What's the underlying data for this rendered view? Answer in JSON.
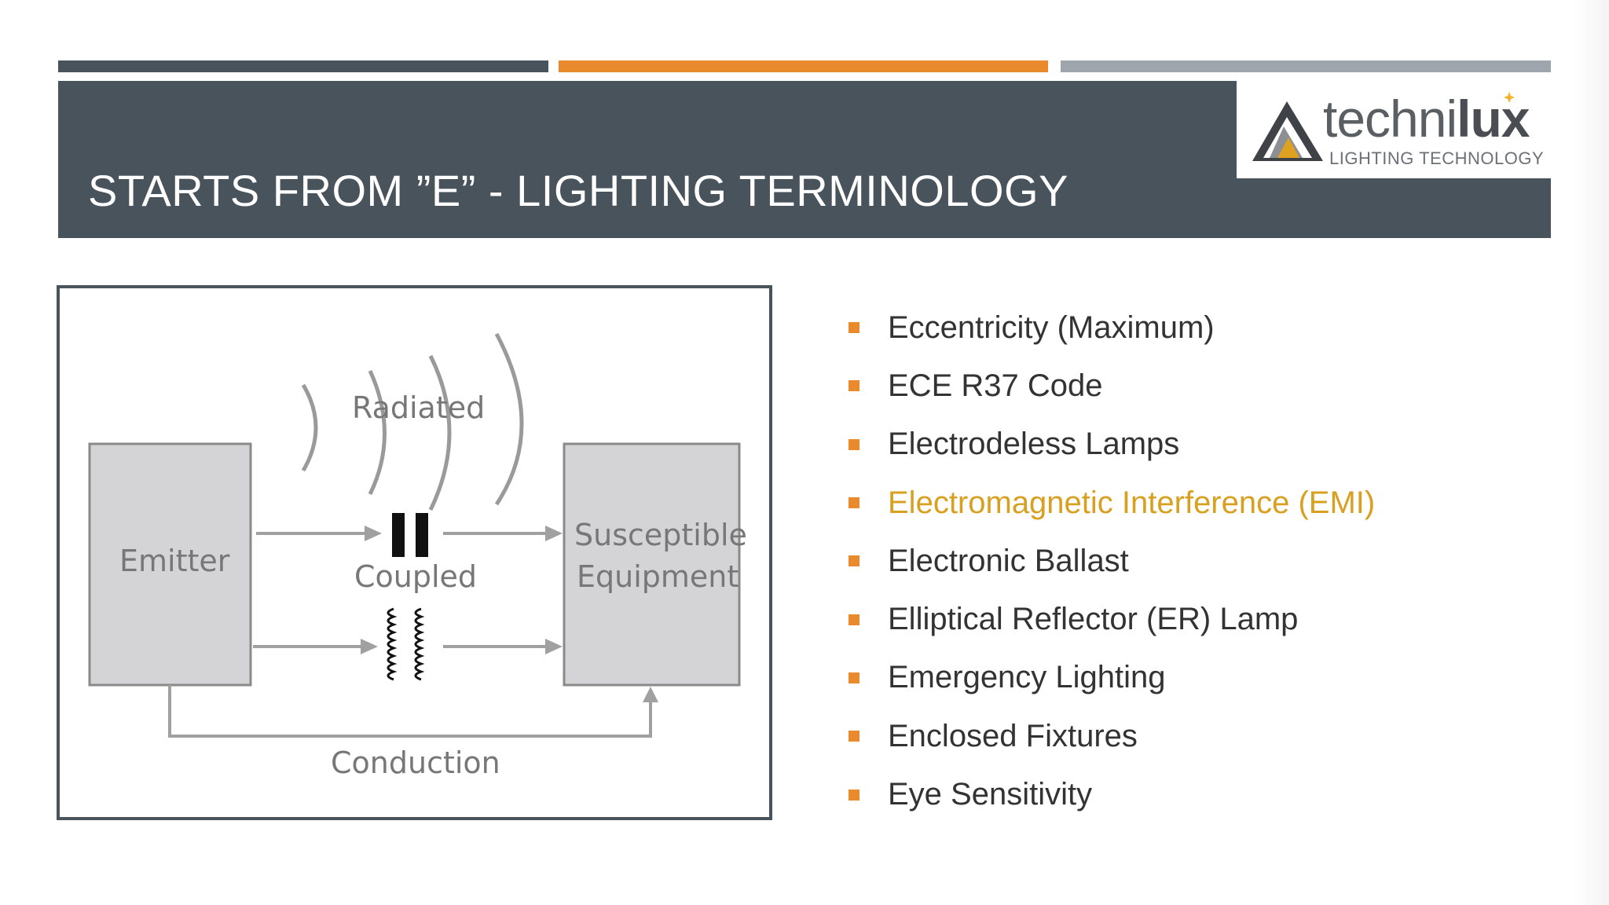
{
  "slide": {
    "title": "STARTS FROM ”E” - LIGHTING TERMINOLOGY"
  },
  "logo": {
    "name_main": "techni",
    "name_accent": "lux",
    "tagline": "LIGHTING TECHNOLOGY",
    "accent_star_color": "#f0b429"
  },
  "diagram": {
    "emitter": "Emitter",
    "radiated": "Radiated",
    "coupled": "Coupled",
    "susceptible_line1": "Susceptible",
    "susceptible_line2": "Equipment",
    "conduction": "Conduction"
  },
  "terms": [
    {
      "label": "Eccentricity (Maximum)"
    },
    {
      "label": "ECE R37 Code"
    },
    {
      "label": "Electrodeless Lamps"
    },
    {
      "label": "Electromagnetic Interference (EMI)",
      "highlighted": true
    },
    {
      "label": "Electronic Ballast"
    },
    {
      "label": "Elliptical Reflector (ER) Lamp"
    },
    {
      "label": "Emergency Lighting"
    },
    {
      "label": "Enclosed Fixtures"
    },
    {
      "label": "Eye Sensitivity"
    }
  ],
  "colors": {
    "dark_slate": "#48535b",
    "accent_orange": "#e88a2d",
    "light_gray": "#9ea5ac",
    "highlight_gold": "#d9a020"
  }
}
